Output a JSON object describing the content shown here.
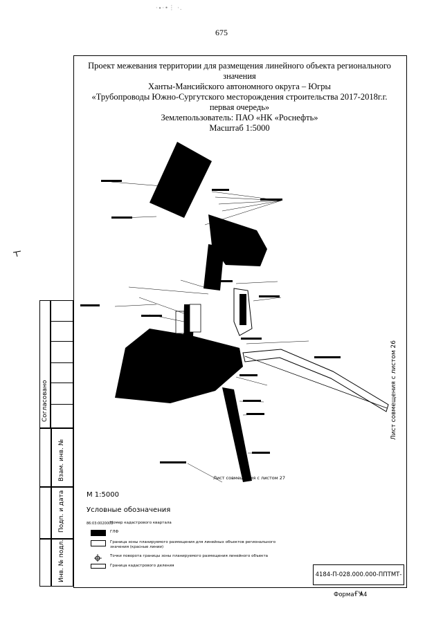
{
  "scan_marks": "·∙︎·•︙ ·.",
  "page_number": "675",
  "title_lines": [
    "Проект  межевания территории для размещения линейного объекта регионального значения",
    "Ханты-Мансийского автономного округа – Югры",
    "«Трубопроводы Южно-Сургутского месторождения строительства 2017-2018г.г.",
    "первая очередь»",
    "Землепользователь: ПАО «НК «Роснефть»",
    "Масштаб 1:5000"
  ],
  "strip_labels": {
    "agreed": "Согласовано",
    "inv_replace": "Взам. инв. №",
    "sign_date": "Подп. и дата",
    "inv_orig": "Инв. № подл."
  },
  "scale_label": "М 1:5000",
  "legend_title": "Условные обозначения",
  "legend_items": [
    {
      "code": "86:03:0020001",
      "text": "Номер кадастрового квартала"
    },
    {
      "code": "",
      "text": "ГЛФ"
    },
    {
      "code": "",
      "text": "Граница зоны планируемого размещения для линейных объектов регионального значения (красные линии)"
    },
    {
      "code": "",
      "text": "Точки поворота границы зоны планируемого размещения линейного объекта"
    },
    {
      "code": "",
      "text": "Граница кадастрового деления"
    }
  ],
  "stamp_code": "4184-П-028.000.000-ППТМТ-ГЧ",
  "format_label": "Формат А4",
  "match_sheet_27": "Лист совмещения с листом 27",
  "match_sheet_26": "Лист совмещения с листом 26"
}
